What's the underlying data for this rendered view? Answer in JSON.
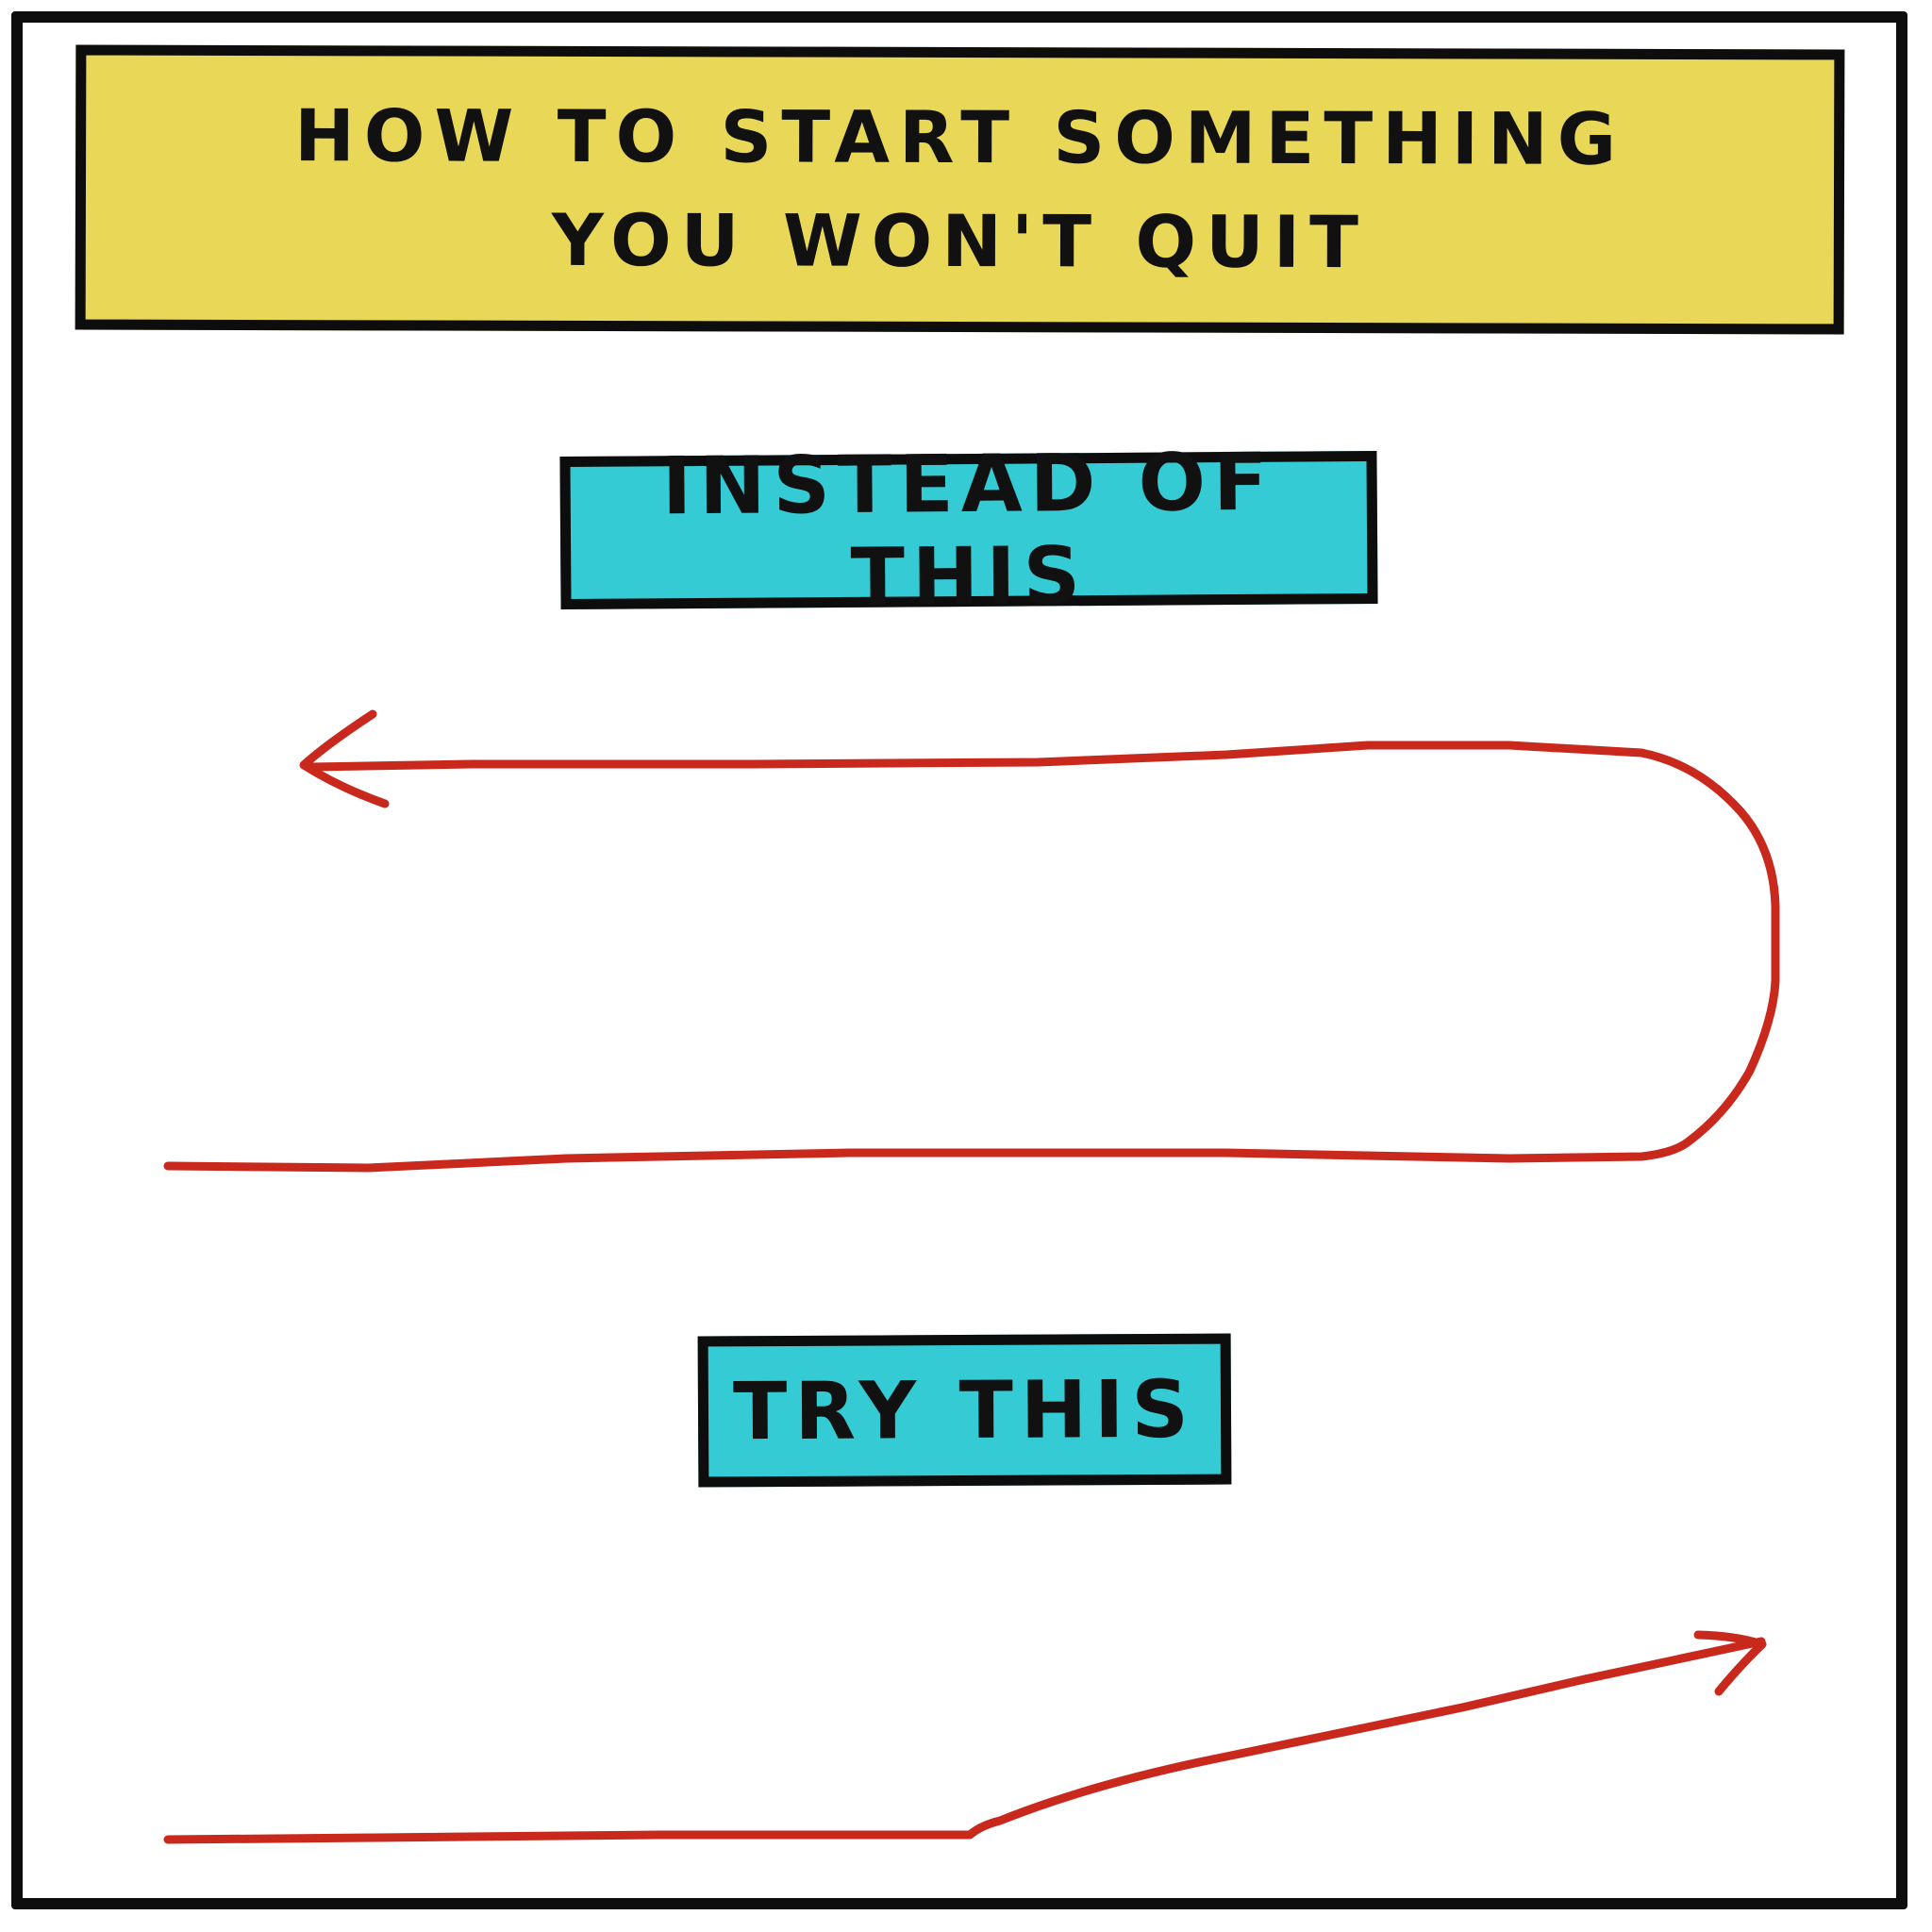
{
  "title": {
    "line1": "HOW TO START SOMETHING",
    "line2": "YOU WON'T QUIT",
    "background_color": "#e9d858"
  },
  "sections": [
    {
      "label": "INSTEAD OF THIS",
      "box_color": "#35cbd4",
      "arrow": "u-turn arrow going right then looping back left"
    },
    {
      "label": "TRY THIS",
      "box_color": "#35cbd4",
      "arrow": "arrow going right then rising upward"
    }
  ],
  "colors": {
    "outline": "#0d0d0d",
    "arrow": "#c9281d",
    "background": "#ffffff"
  }
}
